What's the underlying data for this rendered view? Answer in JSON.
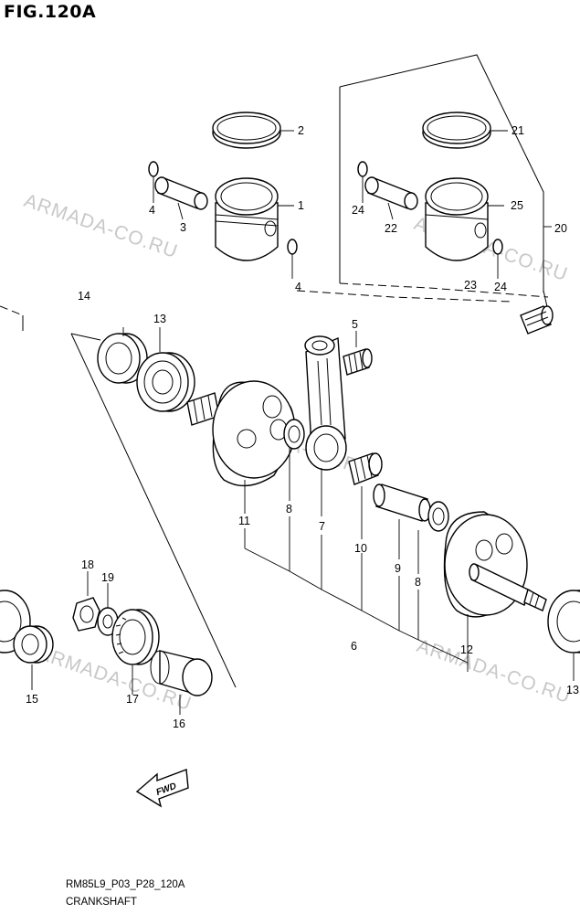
{
  "figure": {
    "title": "FIG.120A",
    "code": "RM85L9_P03_P28_120A",
    "name": "CRANKSHAFT",
    "fwd_label": "FWD"
  },
  "watermark": {
    "text": "ARMADA-CO.RU",
    "color": "#c8c8c8"
  },
  "callouts": {
    "n1": "1",
    "n2": "2",
    "n3": "3",
    "n4": "4",
    "n4b": "4",
    "n5": "5",
    "n6": "6",
    "n7": "7",
    "n8a": "8",
    "n8b": "8",
    "n9": "9",
    "n10": "10",
    "n11": "11",
    "n12": "12",
    "n13a": "13",
    "n13b": "13",
    "n14": "14",
    "n15": "15",
    "n16": "16",
    "n17": "17",
    "n18": "18",
    "n19": "19",
    "n20": "20",
    "n21": "21",
    "n22": "22",
    "n23": "23",
    "n24": "24",
    "n24b": "24",
    "n25": "25"
  }
}
